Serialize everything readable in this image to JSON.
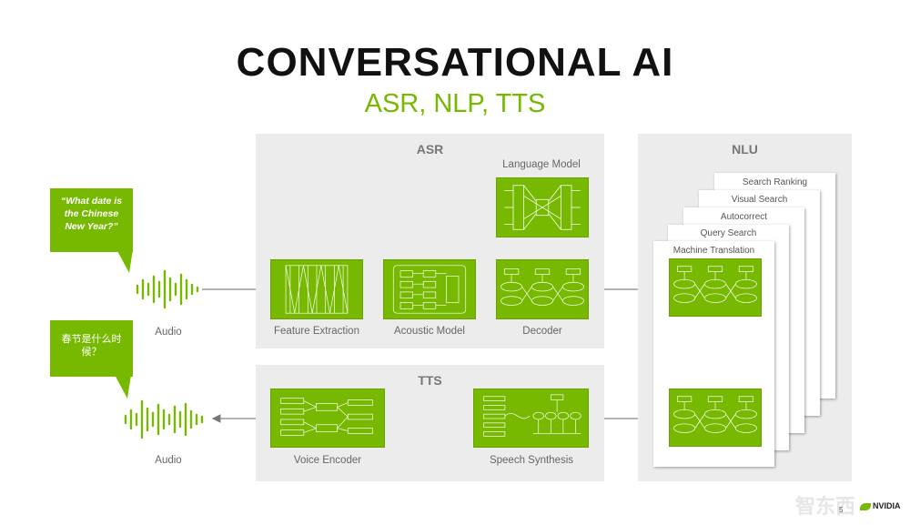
{
  "title": "CONVERSATIONAL AI",
  "subtitle": "ASR, NLP, TTS",
  "asr": {
    "title": "ASR",
    "language_model": "Language Model",
    "feature_extraction": "Feature Extraction",
    "acoustic_model": "Acoustic Model",
    "decoder": "Decoder"
  },
  "nlu": {
    "title": "NLU",
    "cards": [
      "Search Ranking",
      "Visual Search",
      "Autocorrect",
      "Query Search",
      "Machine Translation"
    ]
  },
  "tts": {
    "title": "TTS",
    "voice_encoder": "Voice Encoder",
    "speech_synthesis": "Speech Synthesis"
  },
  "input": {
    "quote": "“What date is the Chinese New Year?”",
    "audio_label": "Audio"
  },
  "output": {
    "quote": "春节是什么时候？",
    "audio_label": "Audio"
  },
  "footer": {
    "page_number": "5",
    "brand": "NVIDIA",
    "watermark": "智东西"
  },
  "colors": {
    "accent": "#76b900",
    "panel": "#ececec"
  }
}
